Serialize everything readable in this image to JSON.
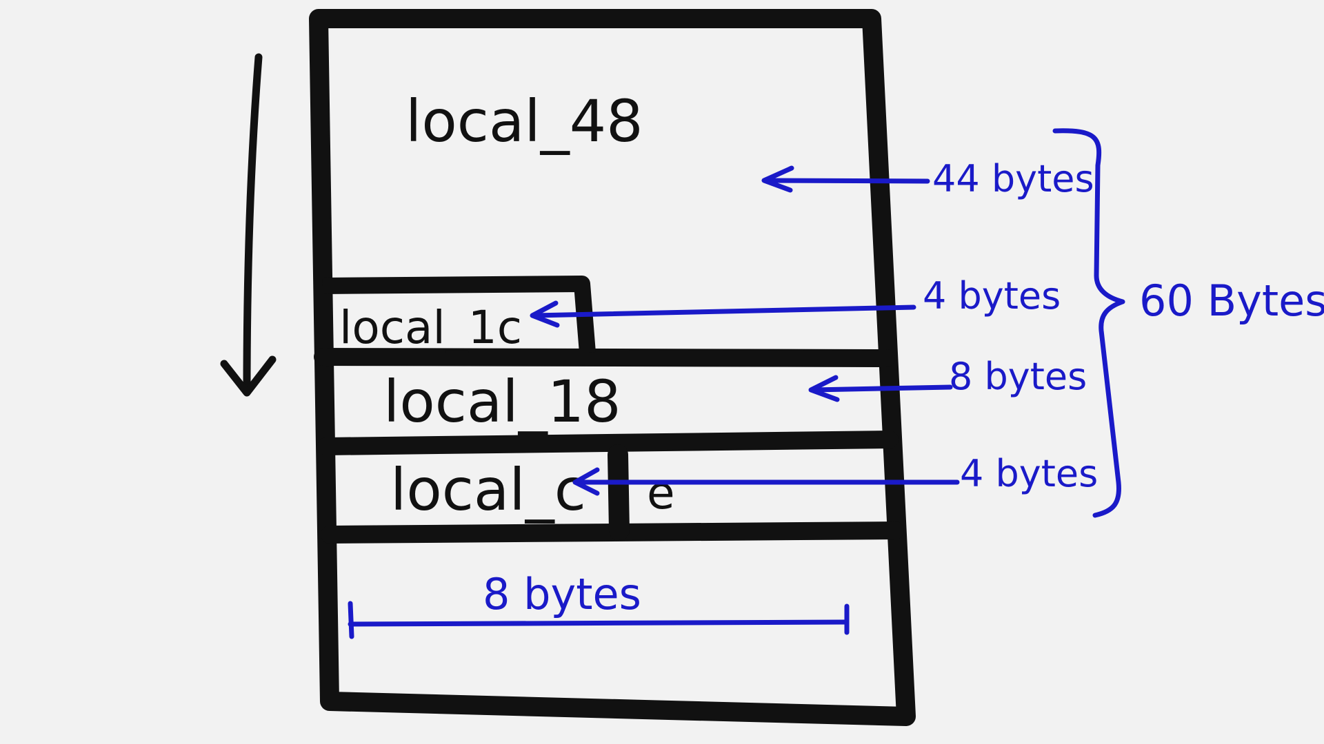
{
  "colors": {
    "background": "#f2f2f2",
    "ink": "#111111",
    "annotation": "#1a1ac8"
  },
  "stack": {
    "cells": {
      "local_48": "local_48",
      "local_1c": "local_1c",
      "local_18": "local_18",
      "local_c": "local_c",
      "local_c_pad": "e"
    }
  },
  "annotations": {
    "size_local_48": "44 bytes",
    "size_local_1c": "4 bytes",
    "size_local_18": "8 bytes",
    "size_local_c": "4 bytes",
    "total": "60 Bytes",
    "bottom_width": "8 bytes"
  }
}
